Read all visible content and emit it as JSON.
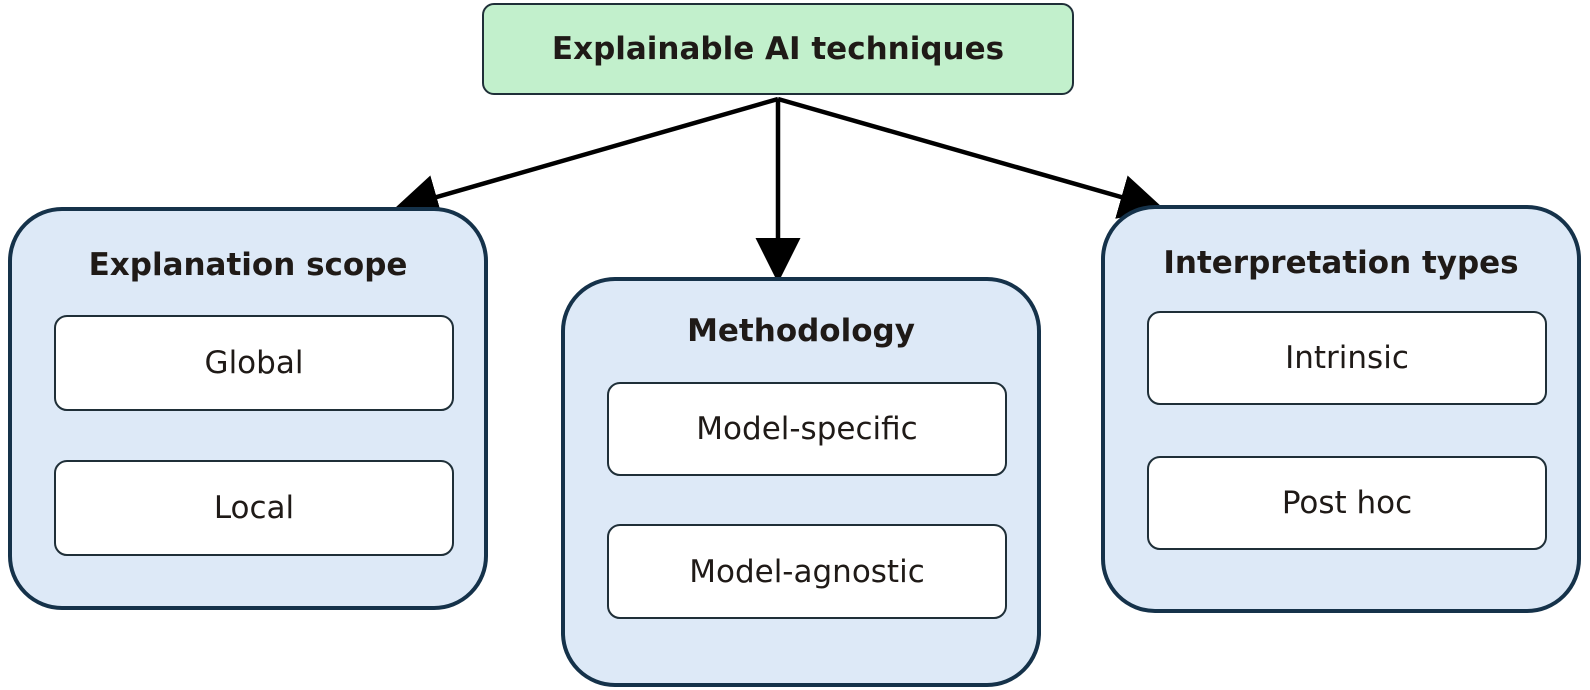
{
  "root": {
    "label": "Explainable AI techniques"
  },
  "groups": [
    {
      "title": "Explanation scope",
      "items": [
        "Global",
        "Local"
      ]
    },
    {
      "title": "Methodology",
      "items": [
        "Model-specific",
        "Model-agnostic"
      ]
    },
    {
      "title": "Interpretation types",
      "items": [
        "Intrinsic",
        "Post hoc"
      ]
    }
  ]
}
